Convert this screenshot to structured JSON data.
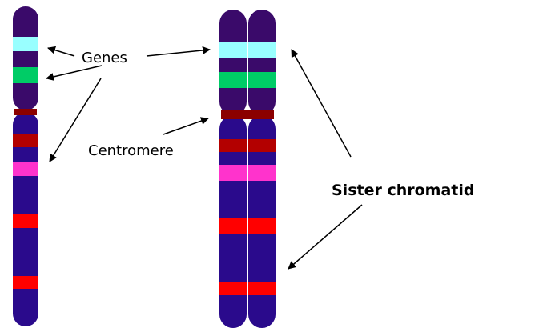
{
  "labels": {
    "genes": "Genes",
    "centromere": "Centromere",
    "sister_chromatid": "Sister chromatid"
  },
  "colors": {
    "background": "#ffffff",
    "chromosome_body": "#2a0a8c",
    "chromosome_arm_top": "#3a0a6a",
    "gene_cyan": "#99ffff",
    "gene_green": "#00cc66",
    "centromere": "#8b0000",
    "band_dark_red": "#b30000",
    "band_magenta": "#ff33cc",
    "band_red": "#ff0000",
    "arrow": "#000000"
  }
}
